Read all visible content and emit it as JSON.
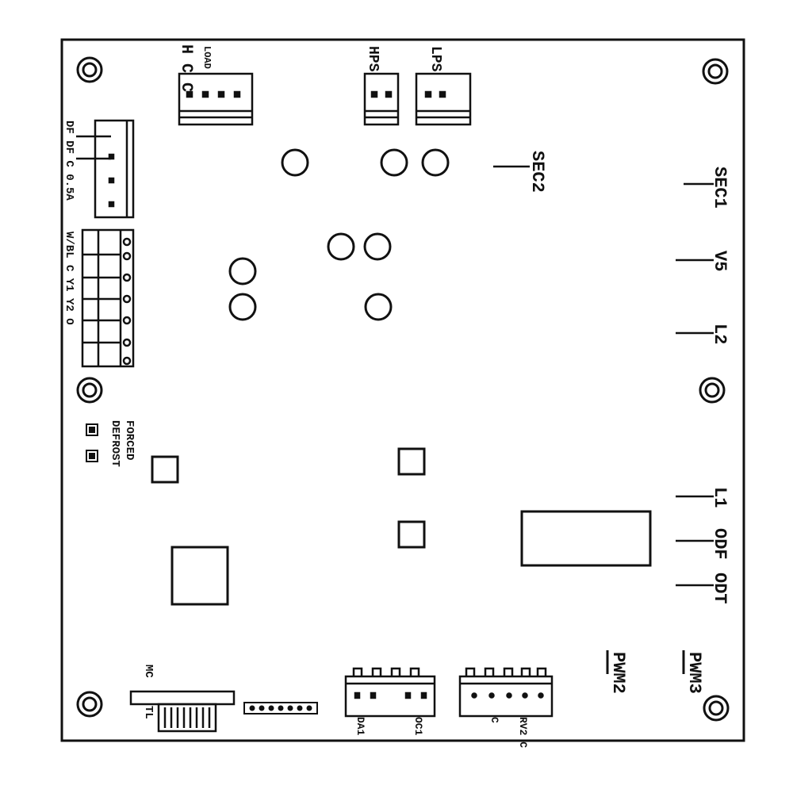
{
  "board": {
    "labels": {
      "top_conn": "H C C",
      "top_conn_sub": "LOAD",
      "hps": "HPS",
      "lps": "LPS",
      "sec2": "SEC2",
      "sec1": "SEC1",
      "v5": "V5",
      "l2": "L2",
      "l1": "L1",
      "odf": "ODF",
      "odt": "ODT",
      "pwm2": "PWM2",
      "pwm3": "PWM3",
      "left_conn": "DF DF C 0.5A",
      "term_strip": "W/BL C Y1 Y2 O",
      "forced": "FORCED",
      "defrost": "DEFROST",
      "mc": "MC",
      "tl": "TL",
      "bot1_a": "DA1",
      "bot1_b": "OC1",
      "bot2_a": "C",
      "bot2_b": "RV2 C"
    },
    "colors": {
      "ink": "#111111",
      "paper": "#ffffff"
    }
  }
}
